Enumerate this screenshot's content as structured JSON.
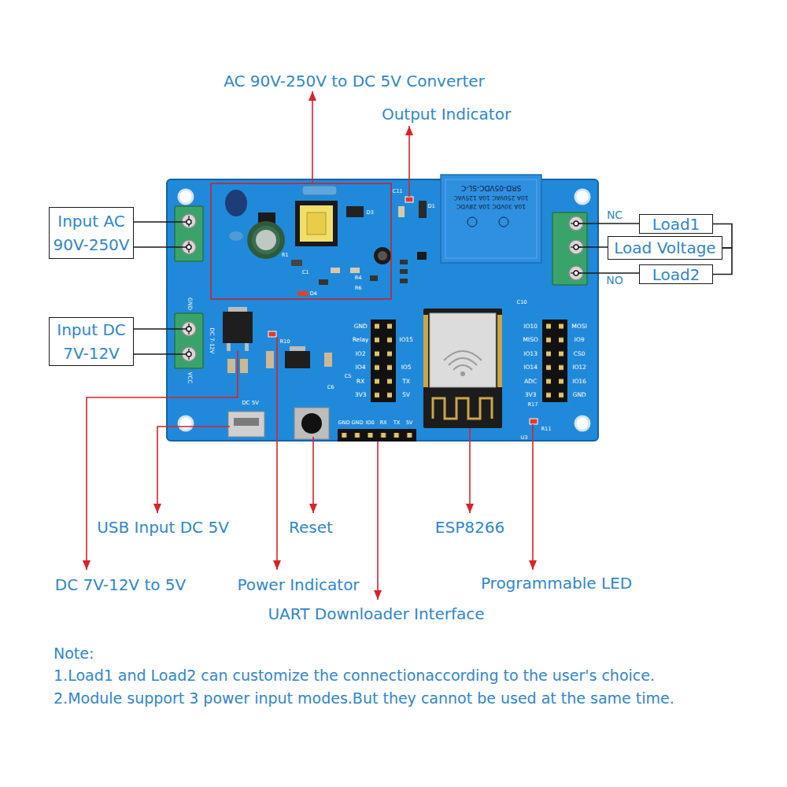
{
  "diagram": {
    "nodes": [
      {
        "text": [
          "Input AC 90V-250V"
        ]
      },
      {
        "text": [
          "Load1"
        ]
      },
      {
        "text": [
          "Load Voltage"
        ]
      },
      {
        "text": [
          "Load2"
        ]
      },
      {
        "text": [
          "Input DC 7V-12V"
        ]
      }
    ],
    "edges": [
      {
        "from": 2,
        "to": 1,
        "arrow": "none"
      },
      {
        "from": 2,
        "to": 3,
        "arrow": "none"
      }
    ],
    "labels": [
      "AC 90V-250V to DC 5V Converter",
      "Output Indicator",
      "NC",
      "NO",
      "USB Input DC 5V",
      "Reset",
      "ESP8266",
      "DC 7V-12V to 5V",
      "Power Indicator",
      "Programmable LED",
      "UART Downloader Interface",
      "Note:",
      "1.Load1 and Load2 can customize the connectionaccording to the user's choice.",
      "2.Module support 3 power input modes.But they cannot be used at the same time.",
      "SRD-05VDC-SL-C",
      "10A 250VAC 10A 125VAC",
      "10A 30VDC 10A 28VDC",
      "GND",
      "Relay",
      "IO2",
      "IO4",
      "RX",
      "3V3",
      "IO15",
      "IO5",
      "TX",
      "5V",
      "IO10",
      "MISO",
      "IO13",
      "IO14",
      "ADC",
      "3V3",
      "MOSI",
      "IO9",
      "CS0",
      "IO12",
      "IO16",
      "GND",
      "GND",
      "GND",
      "IO0",
      "RX",
      "TX",
      "5V",
      "DC 5V",
      "GND",
      "DC 7-12V",
      "VCC",
      "C11",
      "D1",
      "D3",
      "R1",
      "C1",
      "R4",
      "R6",
      "D4",
      "R10",
      "C5",
      "C6",
      "C10",
      "R17",
      "R11",
      "U3"
    ]
  }
}
